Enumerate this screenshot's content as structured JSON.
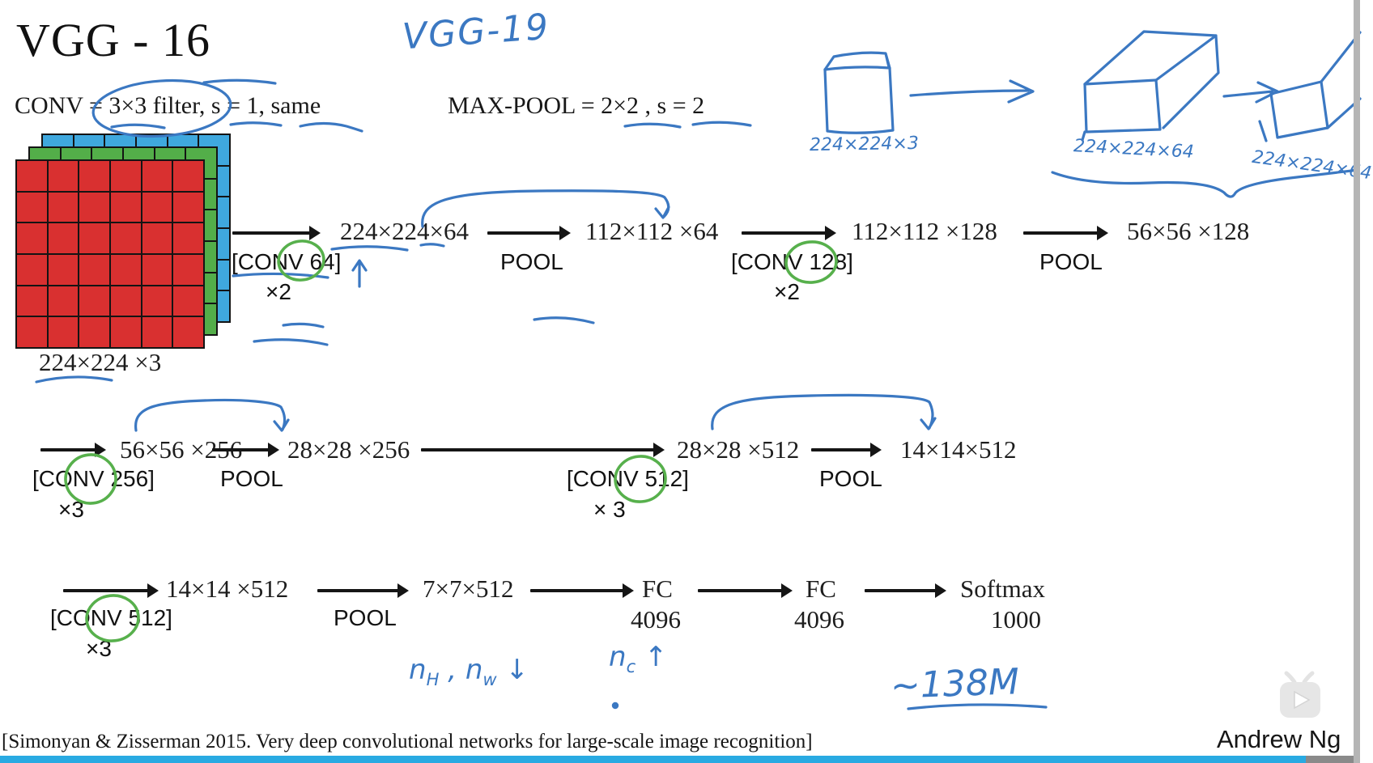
{
  "title": "VGG - 16",
  "conv_spec": "CONV = 3×3 filter, s = 1, same",
  "pool_spec": "MAX-POOL = 2×2 , s = 2",
  "input": {
    "label": "224×224 ×3"
  },
  "hand": {
    "vgg19": "VGG-19",
    "sketch1_label": "224×224×3",
    "sketch2_label": "224×224×64",
    "sketch3_label": "224×224×64",
    "nhw_n1": "n",
    "nhw_s1": "H",
    "nhw_sep": " , ",
    "nhw_n2": "n",
    "nhw_s2": "w",
    "nhw_arrow": " ↓",
    "nc_n": "n",
    "nc_s": "c",
    "nc_arrow": " ↑",
    "params": "~138M"
  },
  "rows": [
    {
      "steps": [
        {
          "kind": "conv",
          "label": "[CONV 64]",
          "mult": "×2",
          "circled": "64"
        },
        {
          "kind": "dim",
          "text": "224×224×64"
        },
        {
          "kind": "pool",
          "label": "POOL"
        },
        {
          "kind": "dim",
          "text": "112×112 ×64"
        },
        {
          "kind": "conv",
          "label": "[CONV 128]",
          "mult": "×2",
          "circled": "128"
        },
        {
          "kind": "dim",
          "text": "112×112 ×128"
        },
        {
          "kind": "pool",
          "label": "POOL"
        },
        {
          "kind": "dim",
          "text": "56×56 ×128"
        }
      ]
    },
    {
      "steps": [
        {
          "kind": "conv",
          "label": "[CONV 256]",
          "mult": "×3",
          "circled": "256"
        },
        {
          "kind": "dim",
          "text": "56×56 ×256"
        },
        {
          "kind": "pool",
          "label": "POOL"
        },
        {
          "kind": "dim",
          "text": "28×28 ×256"
        },
        {
          "kind": "conv",
          "label": "[CONV 512]",
          "mult": "× 3",
          "circled": "512"
        },
        {
          "kind": "dim",
          "text": "28×28 ×512"
        },
        {
          "kind": "pool",
          "label": "POOL"
        },
        {
          "kind": "dim",
          "text": "14×14×512"
        }
      ]
    },
    {
      "steps": [
        {
          "kind": "conv",
          "label": "[CONV 512]",
          "mult": "×3",
          "circled": "512"
        },
        {
          "kind": "dim",
          "text": "14×14 ×512"
        },
        {
          "kind": "pool",
          "label": "POOL"
        },
        {
          "kind": "dim",
          "text": "7×7×512"
        },
        {
          "kind": "fc",
          "text": "FC",
          "sub": "4096"
        },
        {
          "kind": "fc",
          "text": "FC",
          "sub": "4096"
        },
        {
          "kind": "softmax",
          "text": "Softmax",
          "sub": "1000"
        }
      ]
    }
  ],
  "citation": "[Simonyan & Zisserman 2015. Very deep convolutional networks for large-scale image recognition]",
  "author": "Andrew Ng",
  "video": {
    "progress_percent": 96
  },
  "colors": {
    "ink_blue": "#3b78c2",
    "circle_green": "#57b04c",
    "grid_red": "#d93030",
    "grid_green": "#53ae49",
    "grid_blue": "#3fa8de",
    "progress": "#29aae2",
    "progress_rest": "#8a8a8a"
  }
}
